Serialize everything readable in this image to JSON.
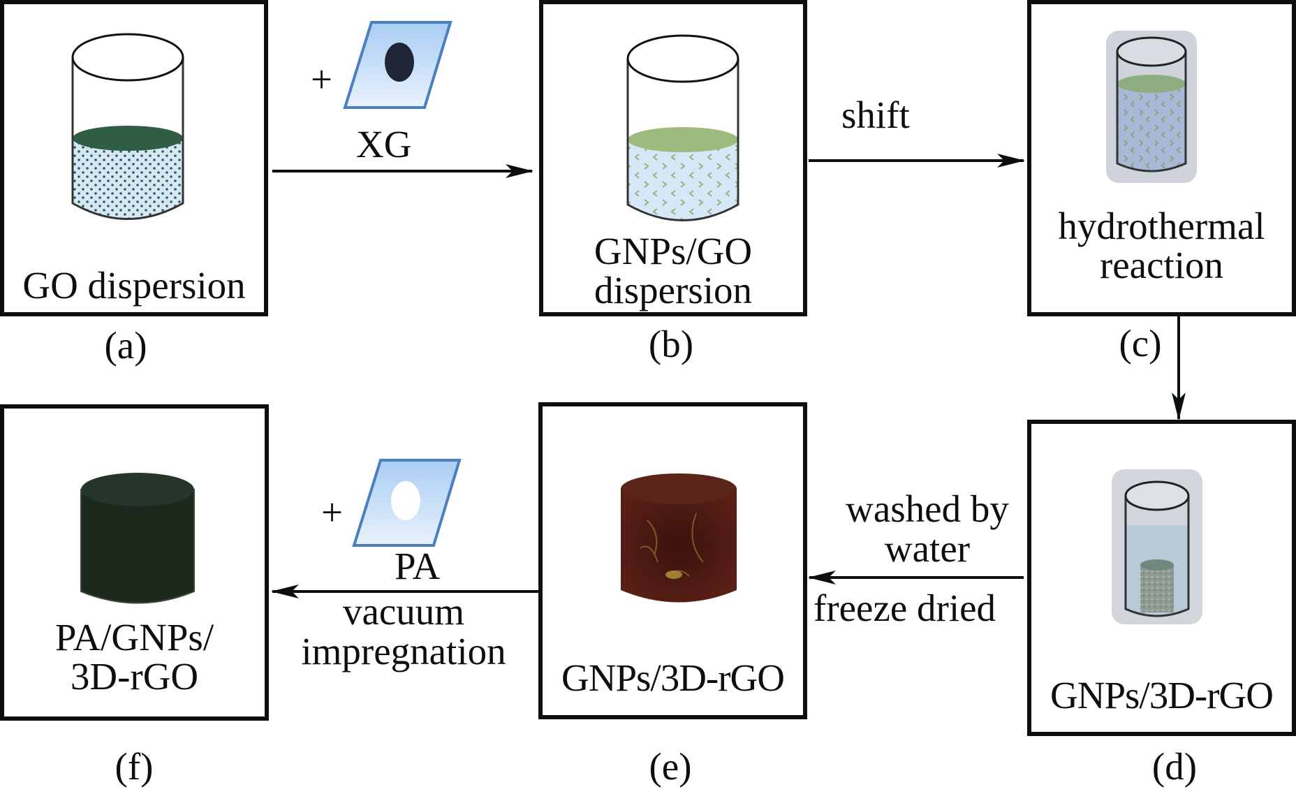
{
  "diagram": {
    "type": "process-flow",
    "stages": [
      {
        "id": "a",
        "caption": "(a)",
        "label_lines": [
          "GO dispersion"
        ],
        "illustration": "beaker-dark-green-dotted"
      },
      {
        "id": "b",
        "caption": "(b)",
        "label_lines": [
          "GNPs/GO",
          "dispersion"
        ],
        "illustration": "beaker-light-green-chevrons"
      },
      {
        "id": "c",
        "caption": "(c)",
        "label_lines": [
          "hydrothermal",
          "reaction"
        ],
        "illustration": "beaker-in-autoclave"
      },
      {
        "id": "d",
        "caption": "(d)",
        "label_lines": [
          "GNPs/3D-rGO"
        ],
        "illustration": "beaker-with-gel-cylinder"
      },
      {
        "id": "e",
        "caption": "(e)",
        "label_lines": [
          "GNPs/3D-rGO"
        ],
        "illustration": "brown-aerogel-cylinder"
      },
      {
        "id": "f",
        "caption": "(f)",
        "label_lines": [
          "PA/GNPs/",
          "3D-rGO"
        ],
        "illustration": "dark-green-composite-cylinder"
      }
    ],
    "transitions": [
      {
        "from": "a",
        "to": "b",
        "plus": "+",
        "additive_icon": "dark-dot-tablet",
        "label_lines": [
          "XG"
        ],
        "below_lines": []
      },
      {
        "from": "b",
        "to": "c",
        "label_lines": [
          "shift"
        ],
        "below_lines": []
      },
      {
        "from": "c",
        "to": "d",
        "label_lines": [],
        "below_lines": []
      },
      {
        "from": "d",
        "to": "e",
        "label_lines": [
          "washed by",
          "water"
        ],
        "below_lines": [
          "freeze dried"
        ]
      },
      {
        "from": "e",
        "to": "f",
        "plus": "+",
        "additive_icon": "white-dot-tablet",
        "label_lines": [
          "PA"
        ],
        "below_lines": [
          "vacuum",
          "impregnation"
        ]
      }
    ]
  },
  "colors": {
    "stroke": "#0b0f0e",
    "go_surface": "#2f5e45",
    "liquid_blue": "#d6e8f8",
    "gnp_surface": "#9cbb7c",
    "autoclave_gray": "#cfd4dc",
    "tablet_fill": "#bcd9f6",
    "tablet_edge": "#4a7fc0",
    "xg_dot": "#1f2535",
    "rgo_brown": "#4a1a12",
    "composite_green": "#1f2b1f"
  }
}
